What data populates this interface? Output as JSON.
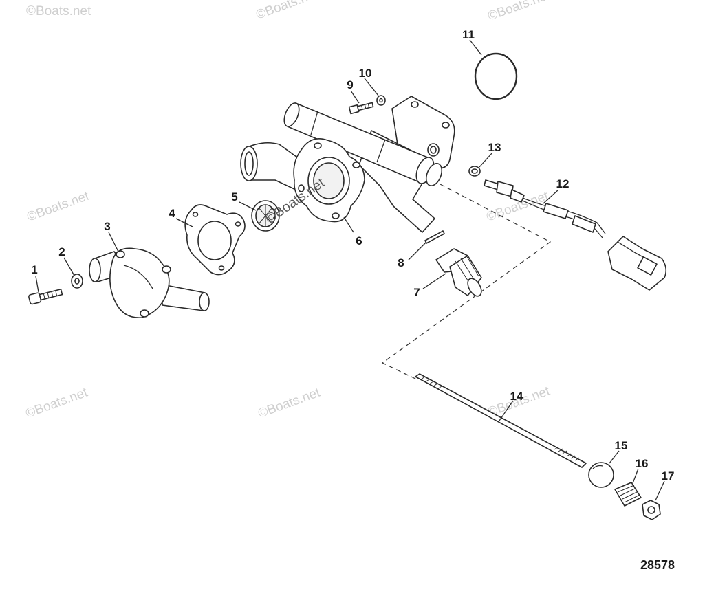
{
  "watermark": "©Boats.net",
  "diagram_number": "28578",
  "callouts": [
    {
      "number": "1",
      "part": "screw"
    },
    {
      "number": "2",
      "part": "washer"
    },
    {
      "number": "3",
      "part": "thermostat-cover"
    },
    {
      "number": "4",
      "part": "gasket"
    },
    {
      "number": "5",
      "part": "thermostat"
    },
    {
      "number": "6",
      "part": "thermostat-housing"
    },
    {
      "number": "7",
      "part": "fitting"
    },
    {
      "number": "8",
      "part": "pin"
    },
    {
      "number": "9",
      "part": "bolt"
    },
    {
      "number": "10",
      "part": "washer"
    },
    {
      "number": "11",
      "part": "o-ring"
    },
    {
      "number": "12",
      "part": "temperature-sensor"
    },
    {
      "number": "13",
      "part": "sealing-washer"
    },
    {
      "number": "14",
      "part": "stud"
    },
    {
      "number": "15",
      "part": "ball"
    },
    {
      "number": "16",
      "part": "spring"
    },
    {
      "number": "17",
      "part": "nut"
    }
  ]
}
